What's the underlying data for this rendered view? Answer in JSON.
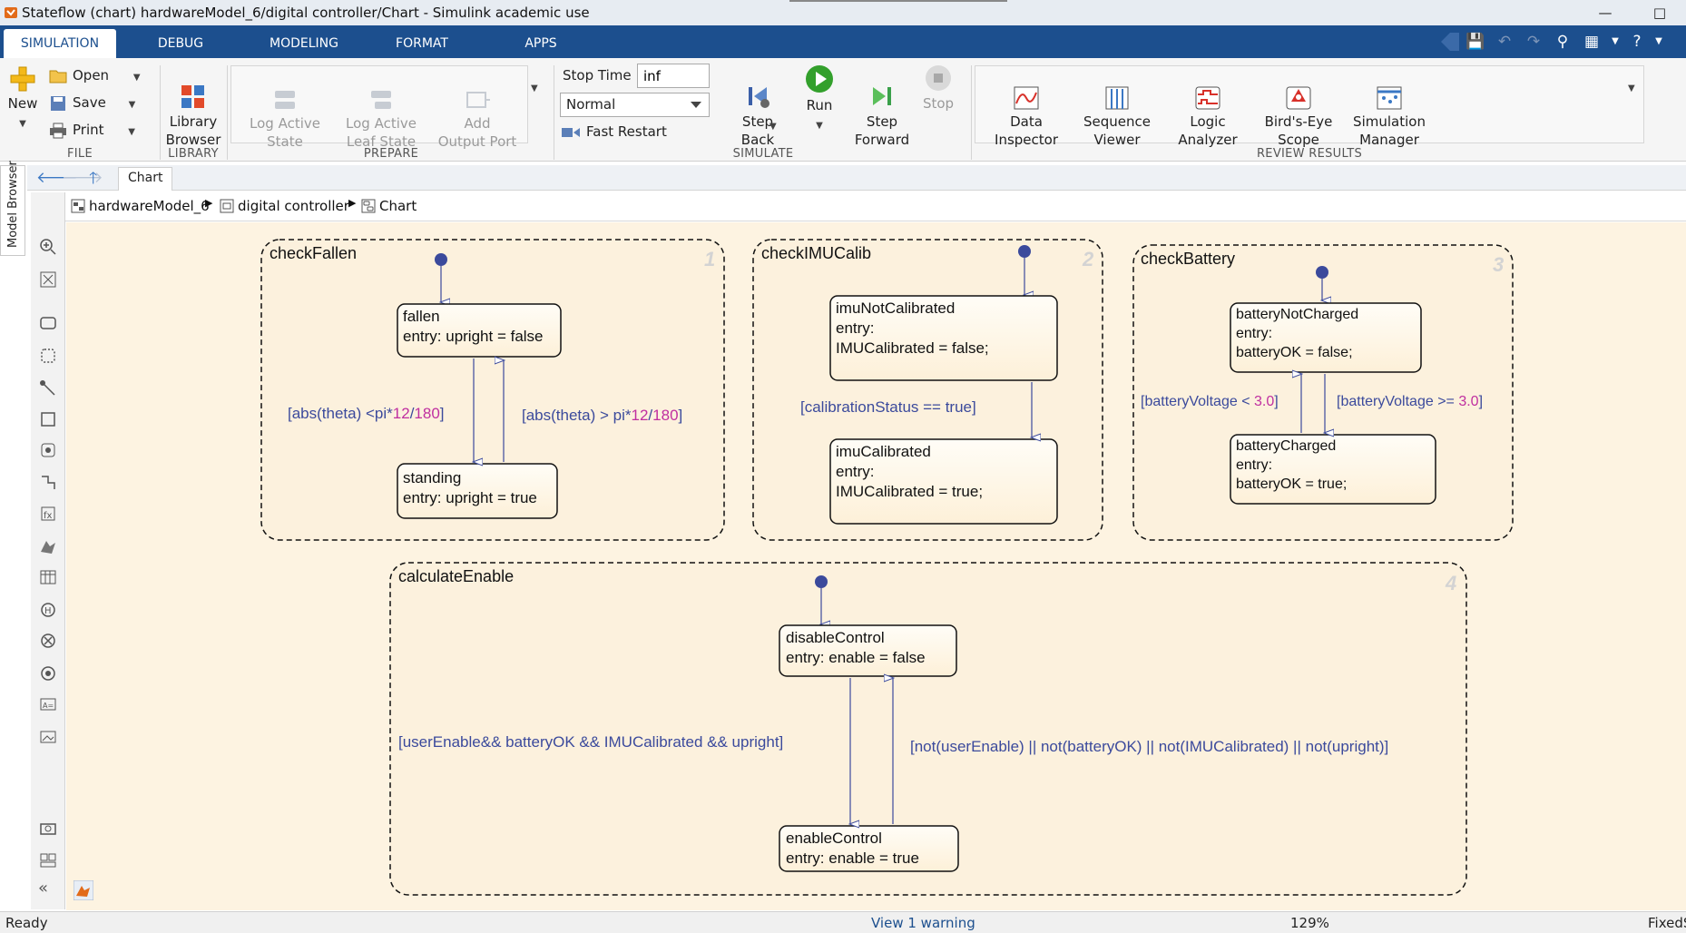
{
  "window": {
    "title": "Stateflow (chart) hardwareModel_6/digital controller/Chart - Simulink academic use"
  },
  "tabs": [
    {
      "label": "SIMULATION",
      "active": true
    },
    {
      "label": "DEBUG",
      "active": false
    },
    {
      "label": "MODELING",
      "active": false
    },
    {
      "label": "FORMAT",
      "active": false
    },
    {
      "label": "APPS",
      "active": false
    }
  ],
  "ribbon": {
    "file": {
      "group": "FILE",
      "new": "New",
      "open": "Open",
      "save": "Save",
      "print": "Print"
    },
    "library": {
      "group": "LIBRARY",
      "button": "Library\nBrowser"
    },
    "prepare": {
      "group": "PREPARE",
      "log_active_state": "Log Active\nState",
      "log_active_leaf": "Log Active\nLeaf State",
      "add_output_port": "Add\nOutput Port"
    },
    "simulate": {
      "group": "SIMULATE",
      "stop_time_label": "Stop Time",
      "stop_time_value": "inf",
      "mode": "Normal",
      "fast_restart": "Fast Restart",
      "step_back": "Step\nBack",
      "run": "Run",
      "step_forward": "Step\nForward",
      "stop": "Stop"
    },
    "review": {
      "group": "REVIEW RESULTS",
      "data_inspector": "Data\nInspector",
      "sequence_viewer": "Sequence\nViewer",
      "logic_analyzer": "Logic\nAnalyzer",
      "birds_eye": "Bird's-Eye\nScope",
      "sim_manager": "Simulation\nManager"
    }
  },
  "editor_tab": "Chart",
  "model_browser": "Model Browser",
  "breadcrumbs": [
    "hardwareModel_6",
    "digital controller",
    "Chart"
  ],
  "chart": {
    "colors": {
      "canvas": "#fdf3e1",
      "transition_label": "#3b4a9c",
      "number": "#c02fa0",
      "default_dot": "#3b4a9c"
    },
    "superstates": [
      {
        "name": "checkFallen",
        "order": "1"
      },
      {
        "name": "checkIMUCalib",
        "order": "2"
      },
      {
        "name": "checkBattery",
        "order": "3"
      },
      {
        "name": "calculateEnable",
        "order": "4"
      }
    ],
    "states": {
      "fallen": {
        "name": "fallen",
        "l1": "entry: upright = false"
      },
      "standing": {
        "name": "standing",
        "l1": "entry: upright = true"
      },
      "imuNotCalibrated": {
        "name": "imuNotCalibrated",
        "l1": "entry:",
        "l2": "IMUCalibrated = false;"
      },
      "imuCalibrated": {
        "name": "imuCalibrated",
        "l1": "entry:",
        "l2": "IMUCalibrated = true;"
      },
      "batteryNotCharged": {
        "name": "batteryNotCharged",
        "l1": "entry:",
        "l2": "batteryOK = false;"
      },
      "batteryCharged": {
        "name": "batteryCharged",
        "l1": "entry:",
        "l2": "batteryOK = true;"
      },
      "disableControl": {
        "name": "disableControl",
        "l1": "entry: enable = false"
      },
      "enableControl": {
        "name": "enableControl",
        "l1": "entry: enable = true"
      }
    },
    "transitions": {
      "fallen_to_standing": {
        "pre": "[abs(theta) <pi*",
        "n1": "12",
        "mid": "/",
        "n2": "180",
        "post": "]"
      },
      "standing_to_fallen": {
        "pre": "[abs(theta) > pi*",
        "n1": "12",
        "mid": "/",
        "n2": "180",
        "post": "]"
      },
      "calib": {
        "text": "[calibrationStatus == true]"
      },
      "battery_low": {
        "pre": "[batteryVoltage < ",
        "n1": "3.0",
        "post": "]"
      },
      "battery_ok": {
        "pre": "[batteryVoltage >= ",
        "n1": "3.0",
        "post": "]"
      },
      "enable": {
        "text": "[userEnable&& batteryOK && IMUCalibrated && upright]"
      },
      "disable": {
        "text": "[not(userEnable) || not(batteryOK) || not(IMUCalibrated) || not(upright)]"
      }
    }
  },
  "status": {
    "ready": "Ready",
    "warning": "View 1 warning",
    "zoom": "129%",
    "solver": "FixedS"
  }
}
